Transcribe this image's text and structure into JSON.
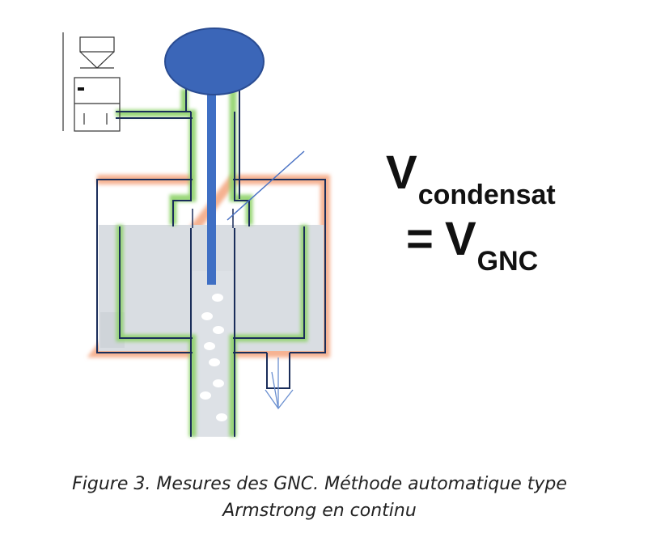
{
  "equation": {
    "line1_main": "V",
    "line1_sub": "condensat",
    "line2_prefix": "= V",
    "line2_sub": "GNC"
  },
  "caption": {
    "line1": "Figure 3. Mesures des GNC. Méthode automatique type",
    "line2": "Armstrong en continu"
  },
  "colors": {
    "float_ball": "#3b66b8",
    "float_stem": "#3f6fc4",
    "wall_line": "#1a2d5a",
    "liquid": "#d9dde2",
    "glow_green": "#8fd36a",
    "glow_orange": "#f4a57e",
    "bubble": "#ffffff",
    "drain_line": "#6a8fd0"
  }
}
